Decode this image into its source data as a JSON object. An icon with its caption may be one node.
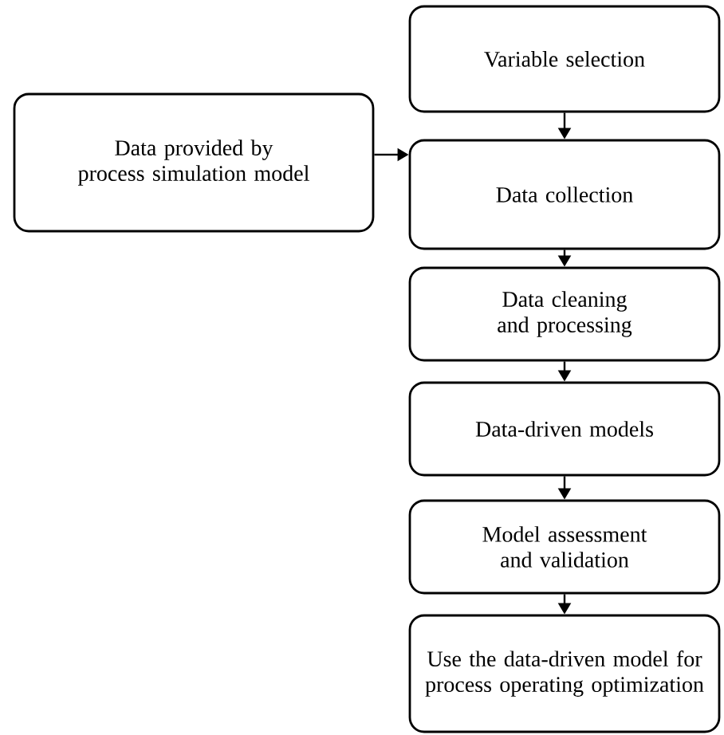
{
  "diagram": {
    "nodes": [
      {
        "text": [
          "Variable selection"
        ]
      },
      {
        "text": [
          "Data provided by process simulation model"
        ]
      },
      {
        "text": [
          "Data collection"
        ]
      },
      {
        "text": [
          "Data cleaning and processing"
        ]
      },
      {
        "text": [
          "Data-driven models"
        ]
      },
      {
        "text": [
          "Model assessment and validation"
        ]
      },
      {
        "text": [
          "Use the data-driven model for process operating optimization"
        ]
      }
    ],
    "edges": [
      {
        "from": 0,
        "to": 2,
        "arrow": "to"
      },
      {
        "from": 1,
        "to": 2,
        "arrow": "to"
      },
      {
        "from": 2,
        "to": 3,
        "arrow": "to"
      },
      {
        "from": 3,
        "to": 4,
        "arrow": "to"
      },
      {
        "from": 4,
        "to": 5,
        "arrow": "to"
      },
      {
        "from": 5,
        "to": 6,
        "arrow": "to"
      }
    ]
  }
}
